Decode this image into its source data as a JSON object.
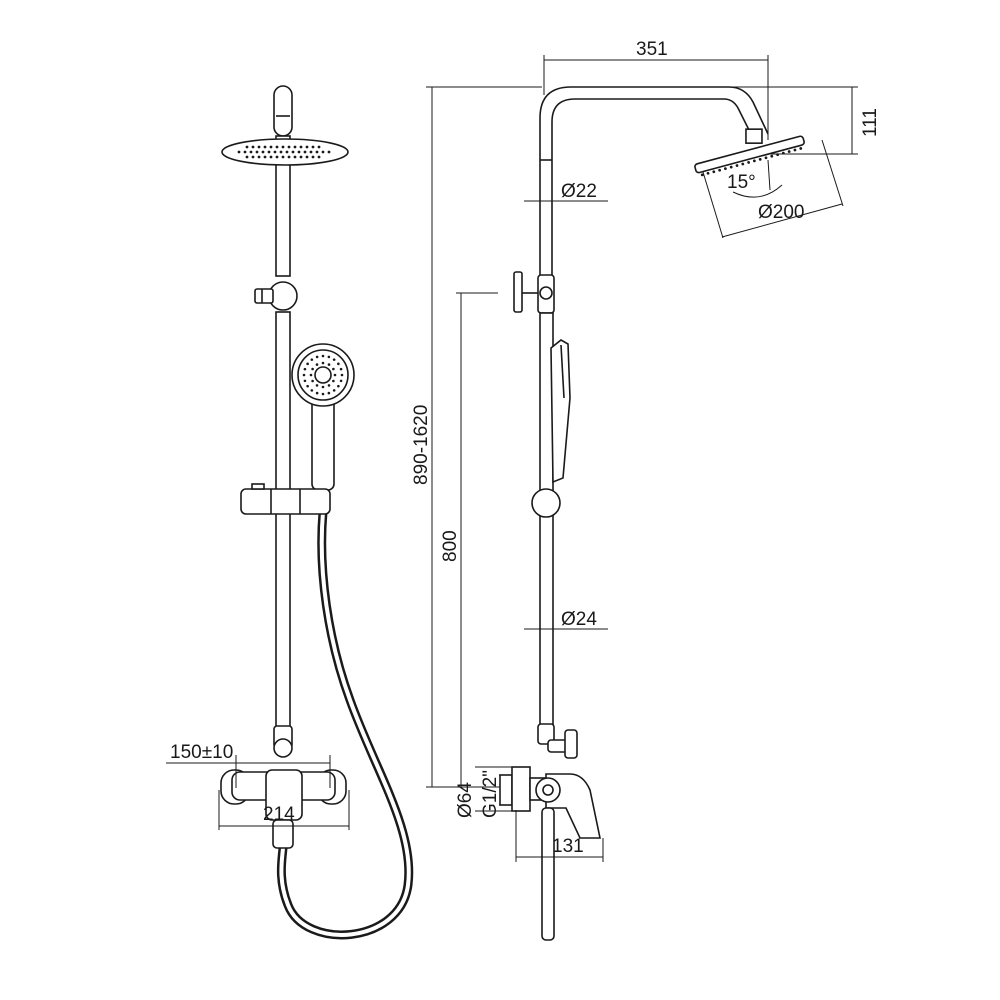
{
  "dimensions": {
    "head_reach": "351",
    "head_drop": "111",
    "upper_pipe_diameter": "Ø22",
    "head_tilt": "15°",
    "head_diameter": "Ø200",
    "adjustable_height": "890-1620",
    "diverter_height": "800",
    "lower_pipe_diameter": "Ø24",
    "escutcheon_diameter": "Ø64",
    "thread_size": "G1/2\"",
    "mixer_projection": "131",
    "inlet_spacing": "150±10",
    "mixer_width": "214"
  },
  "colors": {
    "line": "#1a1a1a",
    "background": "#ffffff"
  }
}
